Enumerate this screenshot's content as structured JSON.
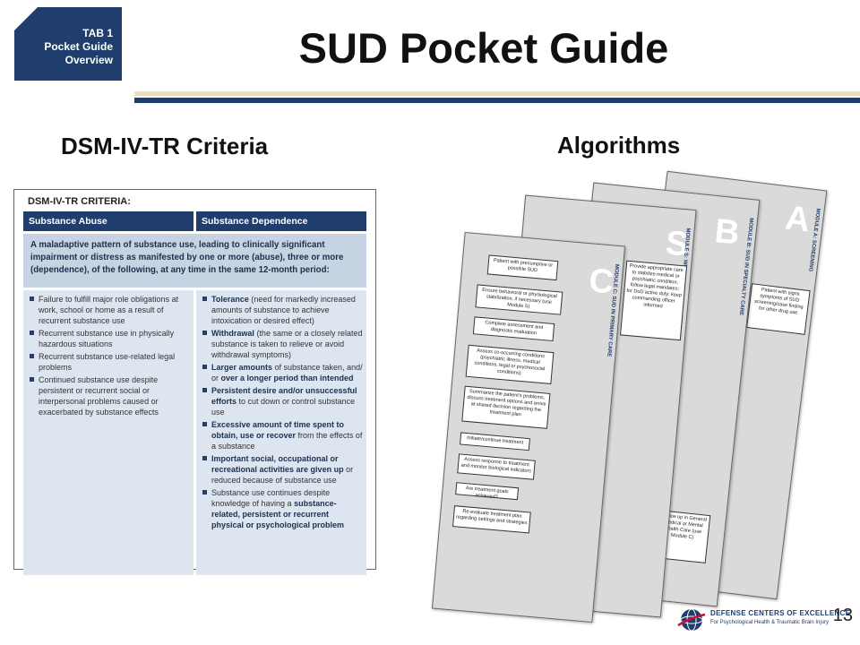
{
  "tab": {
    "line1": "TAB 1",
    "line2": "Pocket Guide",
    "line3": "Overview"
  },
  "title": "SUD Pocket Guide",
  "headings": {
    "dsm": "DSM-IV-TR Criteria",
    "algorithms": "Algorithms"
  },
  "dsm_table": {
    "title": "DSM-IV-TR CRITERIA:",
    "col1_header": "Substance Abuse",
    "col2_header": "Substance Dependence",
    "intro": "A maladaptive pattern of substance use, leading to clinically significant impairment or distress as manifested by one or more (abuse), three or more (dependence), of the following, at any time in the same 12-month period:",
    "abuse_items": [
      "Failure to fulfill major role obligations at work, school or home as a result of recurrent substance use",
      "Recurrent substance use in physically hazardous situations",
      "Recurrent substance use-related legal problems",
      "Continued substance use despite persistent or recurrent social or interpersonal problems caused or exacerbated by substance effects"
    ],
    "dependence_items": [
      {
        "bold": "Tolerance",
        "rest": " (need for markedly increased amounts of substance to achieve intoxication or desired effect)"
      },
      {
        "bold": "Withdrawal",
        "rest": " (the same or a closely related substance is taken to relieve or avoid withdrawal symptoms)"
      },
      {
        "bold": "Larger amounts",
        "rest": " of substance taken, and/ or ",
        "bold2": "over a longer period than intended"
      },
      {
        "bold": "Persistent desire and/or unsuccessful efforts",
        "rest": " to cut down or control substance use"
      },
      {
        "bold": "Excessive amount of time spent to obtain, use or recover",
        "rest": " from the effects of a substance"
      },
      {
        "bold": "Important social, occupational or recreational activities are given up",
        "rest": " or reduced because of substance use"
      },
      {
        "rest": "Substance use continues despite knowledge of having a ",
        "bold2": "substance-related, persistent or recurrent physical or psychological problem"
      }
    ]
  },
  "algorithm_pages": {
    "letters": [
      "A",
      "B",
      "S",
      "C"
    ],
    "sides": [
      "MODULE A: SCREENING",
      "MODULE B: SUD IN SPECIALTY CARE",
      "MODULE S: WITHDRAWAL MANAGEMENT",
      "MODULE C: SUD IN PRIMARY CARE"
    ],
    "page_c_boxes": [
      "Patient with presumptive or possible SUD",
      "Ensure behavioral or physiological stabilization, if necessary (use Module S)",
      "Complete assessment and diagnostic evaluation",
      "Assess co-occurring conditions (psychiatric illness, medical conditions, legal or psychosocial conditions)",
      "Summarize the patient's problems, discuss treatment options and arrive at shared decision regarding the treatment plan",
      "Initiate/continue treatment",
      "Assess response to treatment and monitor biological indicators",
      "Are treatment goals achieved?",
      "Re-evaluate treatment plan regarding settings and strategies"
    ],
    "page_s_box": "Provide appropriate care to stabilize medical or psychiatric condition; follow legal mandates; for DoD active duty: keep commanding officer informed",
    "page_a_box": "Patient with signs symptoms of SUD screening/case finding for other drug use",
    "page_b_boxes": [
      "Follow up in General Medical or Mental Health Care (use Module C)"
    ]
  },
  "footer": {
    "page_number": "13",
    "logo_line1": "DEFENSE CENTERS OF EXCELLENCE",
    "logo_line2": "For Psychological Health & Traumatic Brain Injury"
  }
}
